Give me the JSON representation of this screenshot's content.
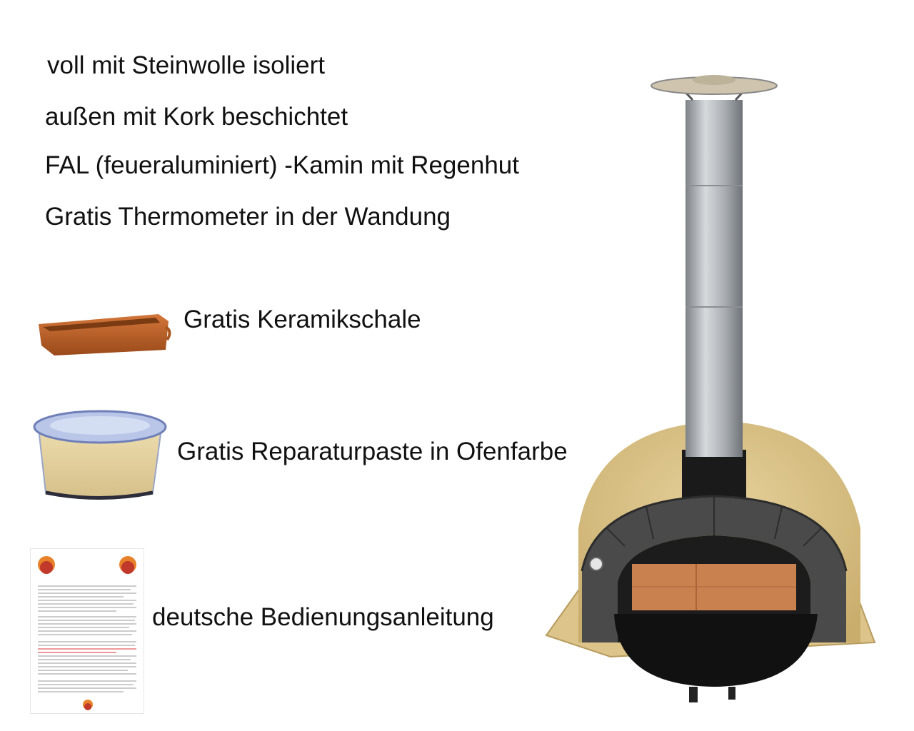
{
  "features": {
    "insulation": "voll mit Steinwolle isoliert",
    "cork": "außen mit Kork beschichtet",
    "chimney": "FAL (feueraluminiert) -Kamin mit Regenhut",
    "thermometer": "Gratis Thermometer in der Wandung"
  },
  "gifts": {
    "bowl": "Gratis Keramikschale",
    "paste": "Gratis Reparaturpaste in Ofenfarbe",
    "manual": "deutsche Bedienungsanleitung"
  },
  "icons": {
    "bowl": "ceramic-bowl-icon",
    "paste": "paste-tub-icon",
    "manual": "manual-document-icon",
    "oven": "pizza-oven-image"
  },
  "colors": {
    "oven_body": "#dcc48a",
    "brick": "#c9824f",
    "terracotta": "#c0652a",
    "chimney": "#b8bcbf"
  }
}
